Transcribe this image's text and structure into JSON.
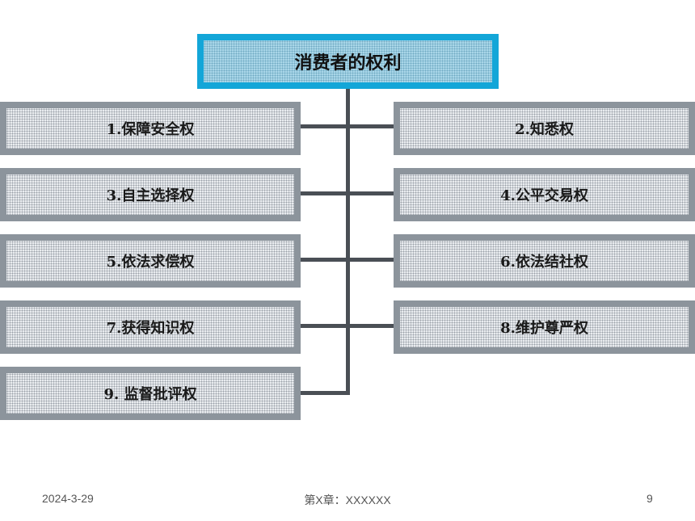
{
  "diagram": {
    "root": "消费者的权利",
    "left_items": [
      "1.保障安全权",
      "3.自主选择权",
      "5.依法求偿权",
      "7.获得知识权",
      "9. 监督批评权"
    ],
    "right_items": [
      "2.知悉权",
      "4.公平交易权",
      "6.依法结社权",
      "8.维护尊严权"
    ]
  },
  "footer": {
    "date": "2024-3-29",
    "center": "第X章：XXXXXX",
    "page": "9"
  }
}
